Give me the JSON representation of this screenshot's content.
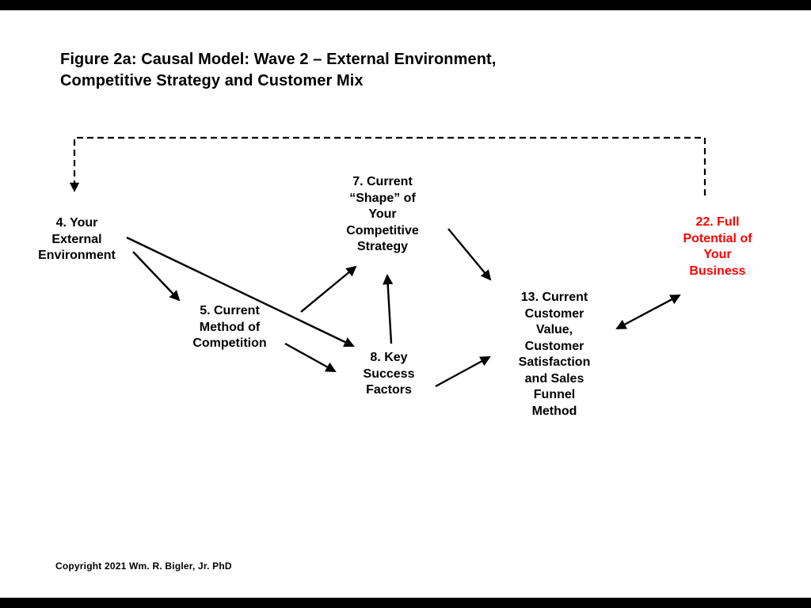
{
  "figure": {
    "title": "Figure 2a: Causal Model: Wave 2 – External Environment,\nCompetitive Strategy and Customer Mix",
    "copyright": "Copyright 2021 Wm. R. Bigler, Jr. PhD"
  },
  "colors": {
    "text": "#000000",
    "highlight_node": "#ff0000",
    "arrow": "#000000",
    "background": "#ffffff",
    "letterbox": "#000000"
  },
  "nodes": [
    {
      "id": "4",
      "label": "4. Your\nExternal\nEnvironment"
    },
    {
      "id": "5",
      "label": "5. Current\nMethod of\nCompetition"
    },
    {
      "id": "7",
      "label": "7. Current\n“Shape” of\nYour\nCompetitive\nStrategy"
    },
    {
      "id": "8",
      "label": "8. Key\nSuccess\nFactors"
    },
    {
      "id": "13",
      "label": "13. Current\nCustomer\nValue,\nCustomer\nSatisfaction\nand Sales\nFunnel\nMethod"
    },
    {
      "id": "22",
      "label": "22. Full\nPotential of\nYour\nBusiness"
    }
  ],
  "edges": [
    {
      "from": "4",
      "to": "5",
      "style": "solid",
      "bidirectional": false
    },
    {
      "from": "4",
      "to": "8",
      "style": "solid",
      "bidirectional": false
    },
    {
      "from": "5",
      "to": "7",
      "style": "solid",
      "bidirectional": false
    },
    {
      "from": "5",
      "to": "8",
      "style": "solid",
      "bidirectional": false
    },
    {
      "from": "8",
      "to": "7",
      "style": "solid",
      "bidirectional": false
    },
    {
      "from": "7",
      "to": "13",
      "style": "solid",
      "bidirectional": false
    },
    {
      "from": "8",
      "to": "13",
      "style": "solid",
      "bidirectional": false
    },
    {
      "from": "13",
      "to": "22",
      "style": "solid",
      "bidirectional": true
    },
    {
      "from": "22",
      "to": "4",
      "style": "dashed",
      "bidirectional": false
    }
  ]
}
